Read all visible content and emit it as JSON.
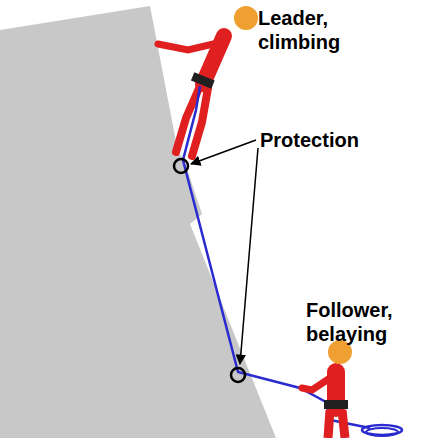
{
  "diagram": {
    "labels": [
      "Leader, climbing",
      "Protection",
      "Follower, belaying"
    ]
  }
}
